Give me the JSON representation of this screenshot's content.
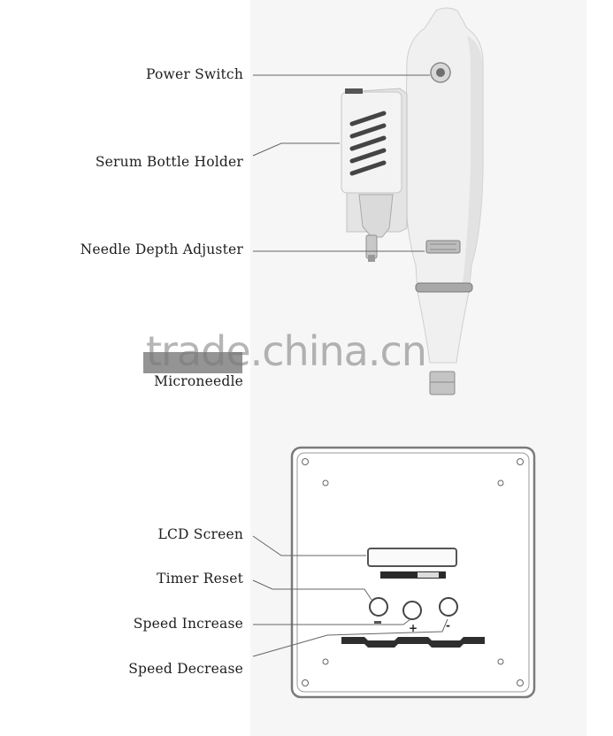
{
  "handpiece_labels": {
    "power_switch": "Power Switch",
    "serum_bottle_holder": "Serum Bottle Holder",
    "needle_depth_adjuster": "Needle Depth Adjuster",
    "microneedle": "Microneedle"
  },
  "panel_labels": {
    "lcd_screen": "LCD Screen",
    "timer_reset": "Timer Reset",
    "speed_increase": "Speed Increase",
    "speed_decrease": "Speed Decrease"
  },
  "panel_marks": {
    "plus": "+",
    "minus": "-"
  },
  "watermark": "trade.china.cn"
}
